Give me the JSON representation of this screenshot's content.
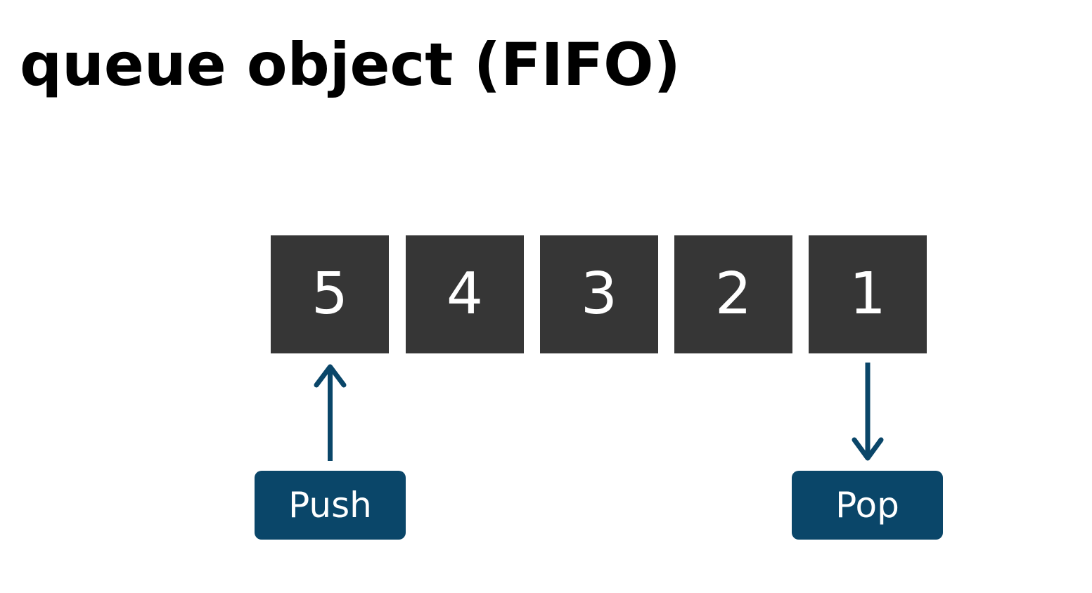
{
  "title": "queue object (FIFO)",
  "queue": {
    "items": [
      "5",
      "4",
      "3",
      "2",
      "1"
    ]
  },
  "labels": {
    "push": "Push",
    "pop": "Pop"
  },
  "colors": {
    "box_fill": "#363636",
    "box_text": "#ffffff",
    "accent": "#0a4669",
    "title": "#000000"
  },
  "icons": {
    "push_arrow": "arrow-up-icon",
    "pop_arrow": "arrow-down-icon"
  }
}
